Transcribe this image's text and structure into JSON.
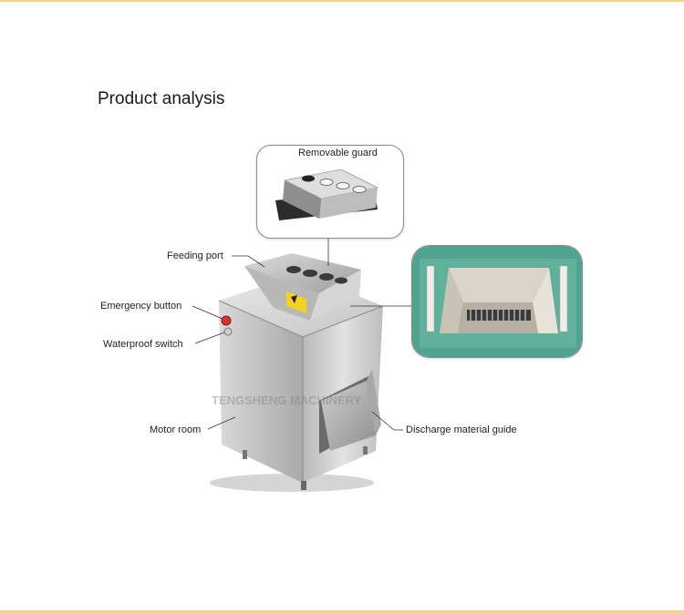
{
  "section_title": "Product analysis",
  "watermark": "TENGSHENG MACHINERY",
  "labels": {
    "removable_guard": "Removable guard",
    "feeding_port": "Feeding port",
    "emergency_button": "Emergency button",
    "waterproof_switch": "Waterproof switch",
    "motor_room": "Motor room",
    "discharge_material_guide": "Discharge material guide"
  },
  "colors": {
    "accent_border": "#f3d28a",
    "steel": "#c9c9c9",
    "interior_green": "#4fa38f",
    "emergency_red": "#d8322a",
    "warning_label": "#f4d21f"
  }
}
